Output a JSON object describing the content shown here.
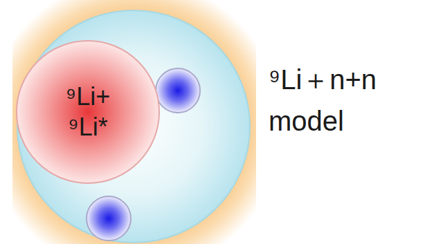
{
  "diagram": {
    "nodes": [
      {
        "text": [
          "⁹Li+",
          "⁹Li*"
        ]
      }
    ],
    "labels": [
      "⁹Li＋n+n model"
    ]
  }
}
